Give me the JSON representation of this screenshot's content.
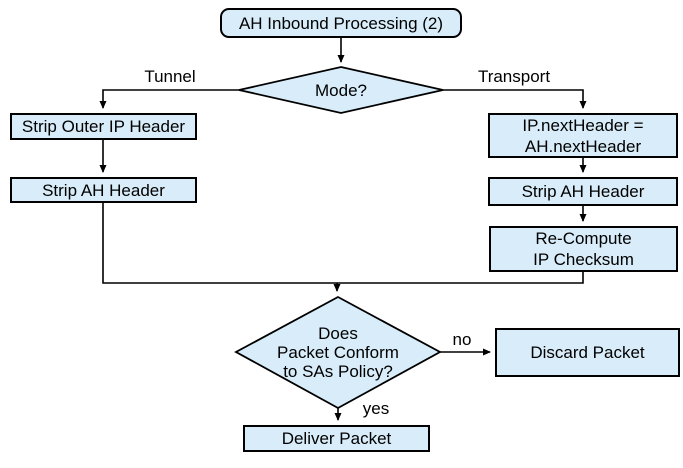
{
  "diagram": {
    "title": "AH Inbound Processing (2)",
    "nodes": {
      "start": {
        "label": "AH Inbound Processing (2)",
        "shape": "rounded-rect"
      },
      "mode_decision": {
        "label": "Mode?",
        "shape": "diamond"
      },
      "strip_outer_ip": {
        "label": "Strip Outer IP Header",
        "shape": "rect"
      },
      "strip_ah_tunnel": {
        "label": "Strip AH Header",
        "shape": "rect"
      },
      "ip_next_header": {
        "label": "IP.nextHeader =\nAH.nextHeader",
        "shape": "rect"
      },
      "strip_ah_transport": {
        "label": "Strip AH Header",
        "shape": "rect"
      },
      "recompute_checksum": {
        "label": "Re-Compute\nIP Checksum",
        "shape": "rect"
      },
      "policy_decision": {
        "label": "Does\nPacket Conform\nto SAs Policy?",
        "shape": "diamond"
      },
      "discard_packet": {
        "label": "Discard Packet",
        "shape": "rect"
      },
      "deliver_packet": {
        "label": "Deliver Packet",
        "shape": "rect"
      }
    },
    "edge_labels": {
      "tunnel": "Tunnel",
      "transport": "Transport",
      "no": "no",
      "yes": "yes"
    },
    "colors": {
      "node_fill": "#d8edf9",
      "node_border": "#000000",
      "connector": "#000000",
      "background": "#ffffff"
    }
  }
}
